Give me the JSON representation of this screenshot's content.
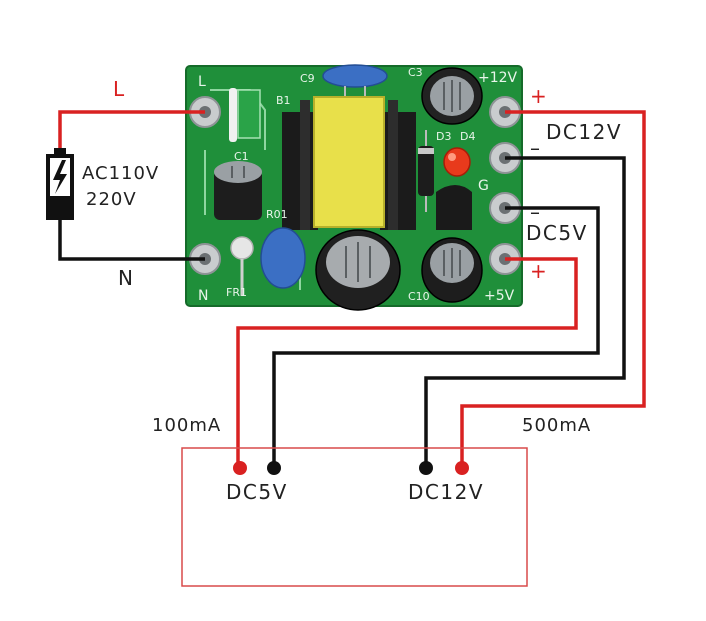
{
  "colors": {
    "wire_red": "#d92121",
    "wire_black": "#111111",
    "pcb_green": "#1f8f3a",
    "load_box": "#d94a4a"
  },
  "labels": {
    "live": "L",
    "neutral": "N",
    "ac_input": "AC110V",
    "ac_input_alt": "220V",
    "plus_top": "+",
    "minus_top": "–",
    "minus_bottom": "–",
    "plus_bottom": "+",
    "dc12_out": "DC12V",
    "dc5_out": "DC5V",
    "current_5v": "100mA",
    "current_12v": "500mA",
    "load_dc5": "DC5V",
    "load_dc12": "DC12V"
  },
  "pcb": {
    "silk_l": "L",
    "silk_n": "N",
    "silk_12v": "+12V",
    "silk_5v": "+5V",
    "silk_g": "G",
    "silk_c9": "C9",
    "silk_c3": "C3",
    "silk_c1": "C1",
    "silk_b1": "B1",
    "silk_d3": "D3",
    "silk_d4": "D4",
    "silk_fr1": "FR1",
    "silk_r01": "R01",
    "silk_c10": "C10"
  },
  "icons": {
    "source": "battery-lightning-icon"
  }
}
